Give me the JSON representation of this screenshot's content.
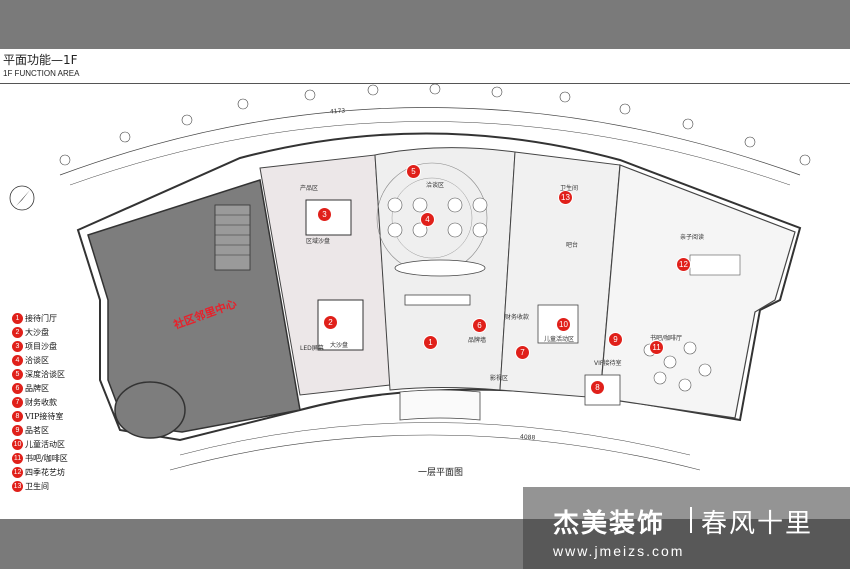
{
  "header": {
    "title_cn": "平面功能—1F",
    "title_en": "1F FUNCTION AREA"
  },
  "plan": {
    "caption": "一层平面图",
    "zone_label": "社区邻里中心",
    "room_labels": {
      "r1": "产品区",
      "r2": "区域沙盘",
      "r3": "大沙盘",
      "r4": "LED屏幕",
      "r5": "洽谈区",
      "r6": "品牌墙",
      "r7": "财务收款",
      "r8": "VIP接待室",
      "r9": "儿童活动区",
      "r10": "书吧/咖啡厅",
      "r11": "亲子阅读",
      "r12": "卫生间",
      "r13": "吧台",
      "r14": "影视区"
    },
    "dimension": "4173",
    "dimension_bottom": "4088",
    "pins": [
      "1",
      "2",
      "3",
      "4",
      "5",
      "6",
      "7",
      "8",
      "9",
      "10",
      "11",
      "12",
      "13"
    ]
  },
  "legend": [
    {
      "num": "1",
      "label": "接待门厅"
    },
    {
      "num": "2",
      "label": "大沙盘"
    },
    {
      "num": "3",
      "label": "项目沙盘"
    },
    {
      "num": "4",
      "label": "洽谈区"
    },
    {
      "num": "5",
      "label": "深度洽谈区"
    },
    {
      "num": "6",
      "label": "品牌区"
    },
    {
      "num": "7",
      "label": "财务收款"
    },
    {
      "num": "8",
      "label": "VIP接待室"
    },
    {
      "num": "9",
      "label": "品茗区"
    },
    {
      "num": "10",
      "label": "儿童活动区"
    },
    {
      "num": "11",
      "label": "书吧/咖啡区"
    },
    {
      "num": "12",
      "label": "四季花艺坊"
    },
    {
      "num": "13",
      "label": "卫生间"
    }
  ],
  "watermark": {
    "brand": "杰美装饰",
    "name": "春风十里",
    "url": "www.jmeizs.com"
  },
  "colors": {
    "pin": "#e0201a",
    "west_wing": "#7d7d7d",
    "center_hall": "#ecebeb",
    "east_wing": "#f3f3f3",
    "wall": "#333333"
  }
}
